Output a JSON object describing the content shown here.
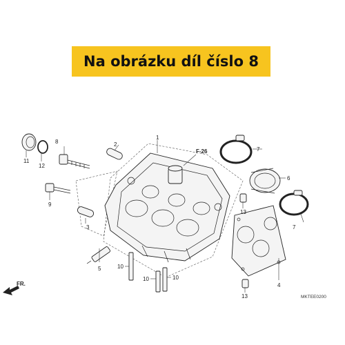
{
  "banner": {
    "text": "Na obrázku díl číslo 8",
    "color": "#f7c41f"
  },
  "diagram": {
    "part_labels": [
      "1",
      "2",
      "3",
      "4",
      "5",
      "6",
      "7",
      "7",
      "8",
      "9",
      "10",
      "10",
      "10",
      "11",
      "12",
      "13",
      "13"
    ],
    "reference": "F-26",
    "direction_label": "FR.",
    "drawing_code": "MKTEE0200"
  },
  "icons": [
    "front-arrow-icon"
  ]
}
